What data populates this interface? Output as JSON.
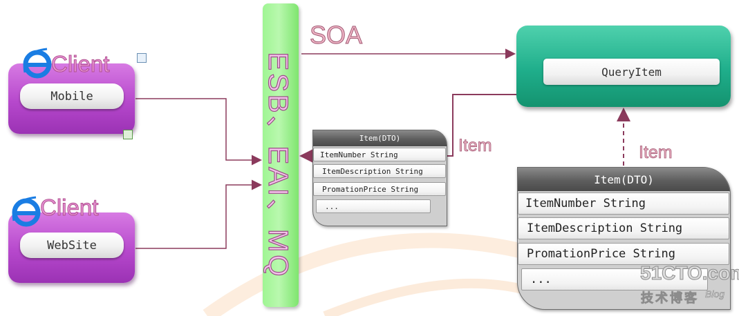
{
  "diagram": {
    "clients": [
      {
        "label": "Client",
        "device": "Mobile",
        "icon": "ie-icon"
      },
      {
        "label": "Client",
        "device": "WebSite",
        "icon": "ie-icon"
      }
    ],
    "bus_label": "ESB、EAI、MQ",
    "soa_label": "SOA",
    "service": {
      "button": "QueryItem"
    },
    "item_labels": {
      "left": "Item",
      "right": "Item"
    },
    "dto_small": {
      "title": "Item(DTO)",
      "rows": [
        "ItemNumber String",
        "ItemDescription String",
        "PromationPrice String",
        "..."
      ]
    },
    "dto_large": {
      "title": "Item(DTO)",
      "rows": [
        "ItemNumber String",
        "ItemDescription String",
        "PromationPrice String",
        "..."
      ]
    },
    "watermark": {
      "site": "51CTO.com",
      "cn": "技术博客",
      "blog": "Blog"
    }
  },
  "colors": {
    "client_purple": "#b648cc",
    "bus_green": "#9ff593",
    "service_teal": "#1fae8b",
    "connector": "#8b3a5c",
    "dto_header": "#5e5e5e"
  }
}
